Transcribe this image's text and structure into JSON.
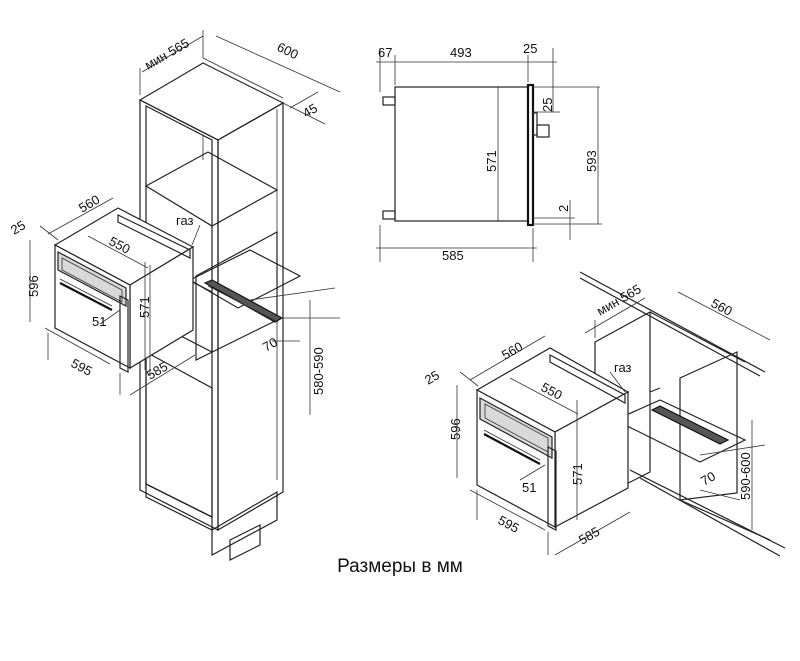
{
  "caption": "Размеры в мм",
  "left": {
    "niche_min": "мин 565",
    "depth_600": "600",
    "gap_45": "45",
    "w560": "560",
    "off25": "25",
    "gas": "газ",
    "d550": "550",
    "h596": "596",
    "h571": "571",
    "t51": "51",
    "w595": "595",
    "d585": "585",
    "g70": "70",
    "h580_590": "580-590"
  },
  "side": {
    "d67": "67",
    "d493": "493",
    "d25a": "25",
    "d25b": "25",
    "h571": "571",
    "h593": "593",
    "d2": "2",
    "d585": "585"
  },
  "right": {
    "niche_min": "мин 565",
    "w560_top": "560",
    "off25": "25",
    "w560": "560",
    "gas": "газ",
    "d550": "550",
    "h596": "596",
    "h571": "571",
    "t51": "51",
    "w595": "595",
    "d585": "585",
    "g70": "70",
    "h590_600": "590-600"
  }
}
